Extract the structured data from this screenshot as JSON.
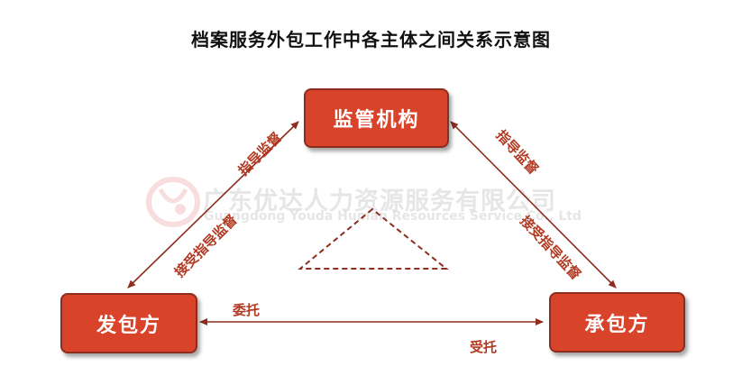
{
  "title": "档案服务外包工作中各主体之间关系示意图",
  "nodes": {
    "top": "监管机构",
    "left": "发包方",
    "right": "承包方"
  },
  "labels": {
    "left_guide": "指导监督",
    "left_accept": "接受指导监督",
    "right_guide": "指导监督",
    "right_accept": "接受指导监督",
    "commission": "委托",
    "accepted": "受托"
  },
  "watermark": {
    "company_cn": "广东优达人力资源服务有限公司",
    "company_en": "Guangdong Youda Human Resources Service Co., Ltd"
  },
  "colors": {
    "node_fill": "#d9432a",
    "arrow": "#8e2d1d",
    "label_text": "#b23a22"
  }
}
